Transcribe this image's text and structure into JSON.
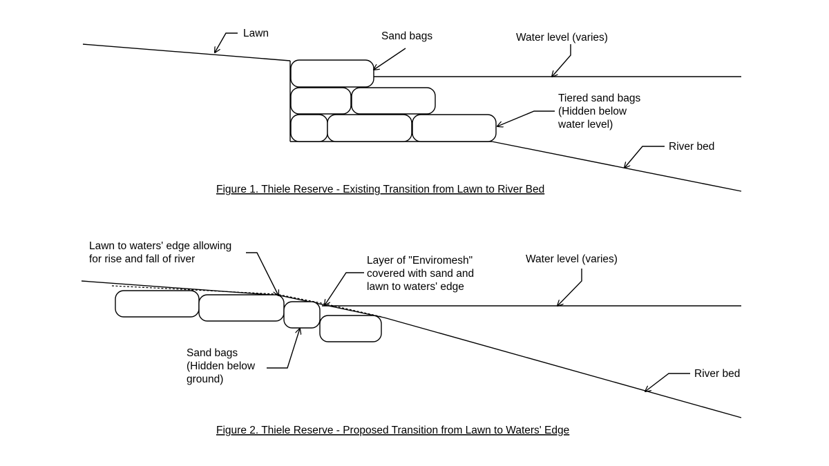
{
  "figure1": {
    "caption": "Figure 1. Thiele Reserve - Existing Transition from Lawn to River Bed",
    "labels": {
      "lawn": "Lawn",
      "sand_bags": "Sand bags",
      "water_level": "Water level (varies)",
      "tiered_line1": "Tiered sand bags",
      "tiered_line2": "(Hidden below",
      "tiered_line3": "water level)",
      "river_bed": "River bed"
    }
  },
  "figure2": {
    "caption": "Figure 2. Thiele Reserve - Proposed Transition from Lawn to Waters' Edge",
    "labels": {
      "lawn_line1": "Lawn to waters' edge allowing",
      "lawn_line2": "for rise and fall of river",
      "mesh_line1": "Layer of \"Enviromesh\"",
      "mesh_line2": "covered with sand and",
      "mesh_line3": "lawn to waters' edge",
      "water_level": "Water level (varies)",
      "bags_line1": "Sand bags",
      "bags_line2": "(Hidden below",
      "bags_line3": "ground)",
      "river_bed": "River bed"
    }
  }
}
